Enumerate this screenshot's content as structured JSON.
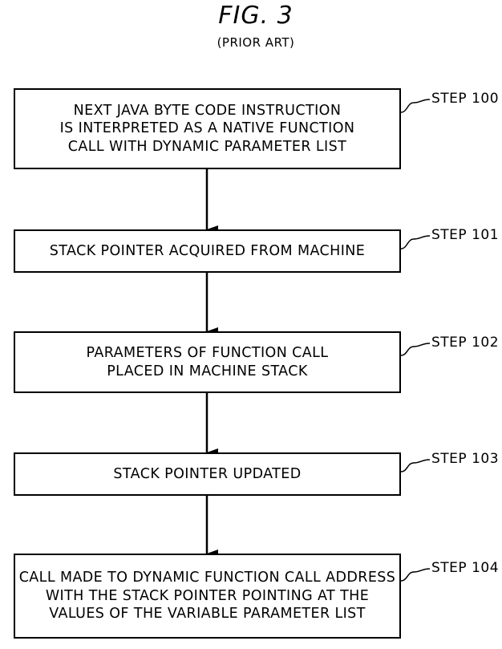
{
  "figure": {
    "title": "FIG. 3",
    "subtitle": "(PRIOR ART)"
  },
  "steps": [
    {
      "label": "STEP 100",
      "lines": [
        "NEXT JAVA BYTE CODE INSTRUCTION",
        "IS INTERPRETED AS A NATIVE FUNCTION",
        "CALL WITH DYNAMIC PARAMETER LIST"
      ]
    },
    {
      "label": "STEP 101",
      "lines": [
        "STACK POINTER ACQUIRED FROM MACHINE"
      ]
    },
    {
      "label": "STEP 102",
      "lines": [
        "PARAMETERS OF FUNCTION CALL",
        "PLACED IN MACHINE STACK"
      ]
    },
    {
      "label": "STEP 103",
      "lines": [
        "STACK POINTER UPDATED"
      ]
    },
    {
      "label": "STEP 104",
      "lines": [
        "CALL MADE TO DYNAMIC FUNCTION CALL ADDRESS",
        "WITH THE STACK POINTER POINTING AT THE",
        "VALUES OF THE VARIABLE PARAMETER LIST"
      ]
    }
  ]
}
